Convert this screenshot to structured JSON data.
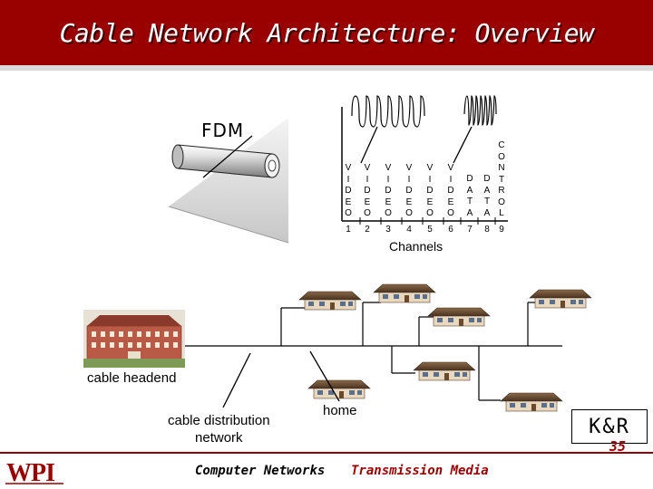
{
  "title": "Cable Network Architecture: Overview",
  "fdm_label": "FDM",
  "channels": {
    "columns": [
      {
        "letters": [
          "V",
          "I",
          "D",
          "E",
          "O"
        ],
        "number": "1"
      },
      {
        "letters": [
          "V",
          "I",
          "D",
          "E",
          "O"
        ],
        "number": "2"
      },
      {
        "letters": [
          "V",
          "I",
          "D",
          "E",
          "O"
        ],
        "number": "3"
      },
      {
        "letters": [
          "V",
          "I",
          "D",
          "E",
          "O"
        ],
        "number": "4"
      },
      {
        "letters": [
          "V",
          "I",
          "D",
          "E",
          "O"
        ],
        "number": "5"
      },
      {
        "letters": [
          "V",
          "I",
          "D",
          "E",
          "O"
        ],
        "number": "6"
      },
      {
        "letters": [
          "D",
          "A",
          "T",
          "A"
        ],
        "number": "7"
      },
      {
        "letters": [
          "D",
          "A",
          "T",
          "A"
        ],
        "number": "8"
      },
      {
        "letters": [
          "C",
          "O",
          "N",
          "T",
          "R",
          "O",
          "L"
        ],
        "number": "9"
      }
    ],
    "caption": "Channels"
  },
  "labels": {
    "headend": "cable headend",
    "distribution_line1": "cable distribution",
    "distribution_line2": "network",
    "home": "home"
  },
  "badge": "K&R",
  "footer": {
    "logo_text": "WPI",
    "left": "Computer Networks",
    "center": "Transmission Media",
    "page_number": "35"
  },
  "colors": {
    "title_bar": "#990000",
    "accent": "#990000"
  }
}
